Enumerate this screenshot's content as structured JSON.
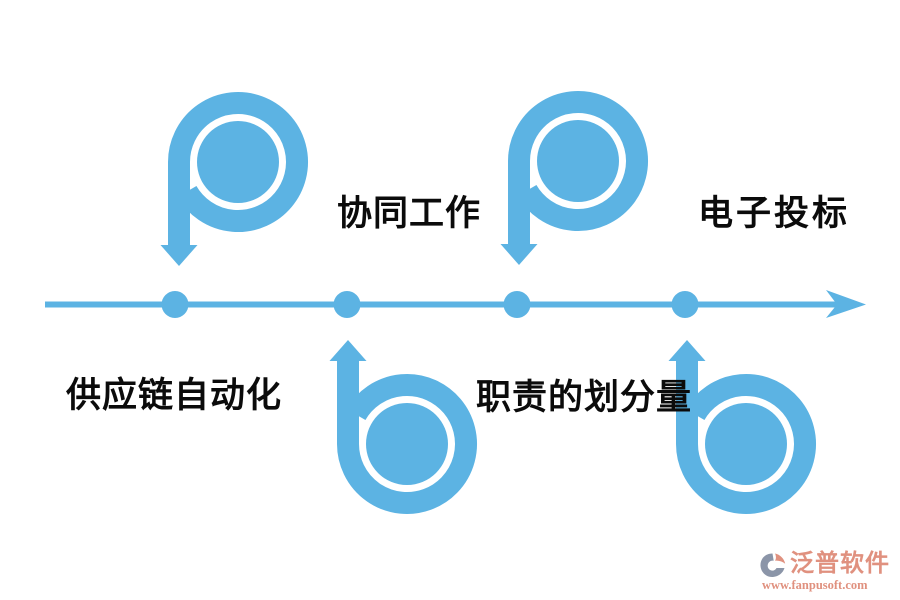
{
  "diagram": {
    "type": "process-timeline",
    "axis": {
      "direction": "left-to-right",
      "end_style": "arrowhead",
      "node_count": 4
    },
    "milestones": [
      {
        "index": 1,
        "label": "供应链自动化",
        "marker": "spiral-arrow-down",
        "marker_position": "above-line",
        "label_position": "below-line"
      },
      {
        "index": 2,
        "label": "协同工作",
        "marker": "spiral-arrow-up",
        "marker_position": "below-line",
        "label_position": "above-line"
      },
      {
        "index": 3,
        "label": "职责的划分量",
        "marker": "spiral-arrow-down",
        "marker_position": "above-line",
        "label_position": "below-line"
      },
      {
        "index": 4,
        "label": "电子投标",
        "marker": "spiral-arrow-up",
        "marker_position": "below-line",
        "label_position": "above-line"
      }
    ]
  },
  "watermark": {
    "brand": "泛普软件",
    "url": "www.fanpusoft.com",
    "logo": "fanpu-logo-icon"
  },
  "colors": {
    "accent": "#5CB3E3",
    "label": "#0B0B0B",
    "watermark": "#E0917F",
    "watermark_logo_gray": "#8B95A8"
  }
}
